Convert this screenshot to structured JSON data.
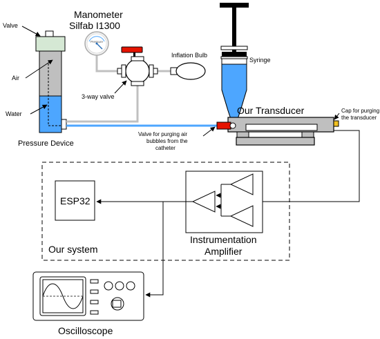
{
  "labels": {
    "valve": "Valve",
    "manometer_line1": "Manometer",
    "manometer_line2": "Silfab I1300",
    "gauge_text": "Pressure",
    "air": "Air",
    "water": "Water",
    "pressure_device": "Pressure Device",
    "three_way_valve": "3-way valve",
    "inflation_bulb": "Inflation Bulb",
    "syringe": "Syringe",
    "our_transducer": "Our Transducer",
    "cap_line1": "Cap for purging",
    "cap_line2": "the transducer",
    "valve_purge_line1": "Valve for purging air",
    "valve_purge_line2": "bubbles from the",
    "valve_purge_line3": "catheter",
    "esp32": "ESP32",
    "instr_line1": "Instrumentation",
    "instr_line2": "Amplifier",
    "our_system": "Our system",
    "oscilloscope": "Oscilloscope"
  },
  "colors": {
    "water_blue": "#4da6ff",
    "valve_green": "#d5e8d4",
    "valve_red": "#e51400",
    "cap_yellow": "#f0c020",
    "body_gray": "#bfbfbf",
    "pipe_gray": "#c0c0c0"
  },
  "icons": [
    "pressure-gauge-icon",
    "inflation-bulb-icon",
    "syringe-icon",
    "oscilloscope-icon",
    "amplifier-triangle-icon"
  ]
}
